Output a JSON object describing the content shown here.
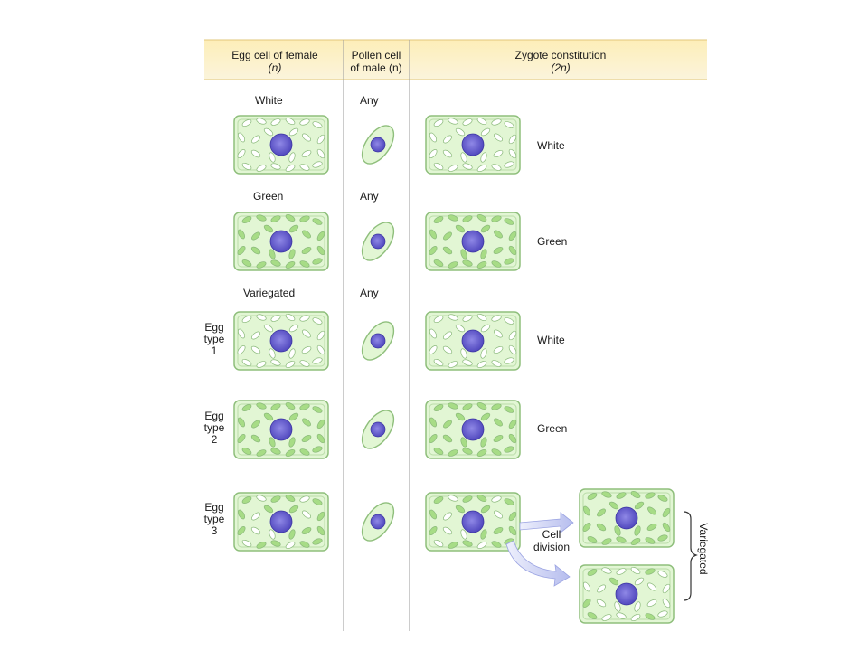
{
  "headers": {
    "egg_line1": "Egg cell of female",
    "egg_line2": "(n)",
    "pollen_line1": "Pollen cell",
    "pollen_line2": "of male (n)",
    "zygote_line1": "Zygote constitution",
    "zygote_line2": "(2n)"
  },
  "rows": [
    {
      "egg_label": "White",
      "pollen_label": "Any",
      "egg_plastids": "white",
      "zygote_plastids": "white",
      "zygote_label": "White"
    },
    {
      "egg_label": "Green",
      "pollen_label": "Any",
      "egg_plastids": "green",
      "zygote_plastids": "green",
      "zygote_label": "Green"
    },
    {
      "egg_label": "Variegated",
      "pollen_label": "Any",
      "egg_type": [
        "Egg",
        "type",
        "1"
      ],
      "egg_plastids": "white",
      "zygote_plastids": "white",
      "zygote_label": "White"
    },
    {
      "egg_type": [
        "Egg",
        "type",
        "2"
      ],
      "egg_plastids": "green",
      "zygote_plastids": "green",
      "zygote_label": "Green"
    },
    {
      "egg_type": [
        "Egg",
        "type",
        "3"
      ],
      "egg_plastids": "mixed",
      "zygote_plastids": "mixed"
    }
  ],
  "cell_division": {
    "line1": "Cell",
    "line2": "division"
  },
  "daughters": [
    {
      "plastids": "green"
    },
    {
      "plastids": "white-mostly"
    }
  ],
  "bracket_label": "Variegated",
  "colors": {
    "header_band": "#fde9b3",
    "cell_fill": "#e2f6d4",
    "cell_stroke": "#8fbf7c",
    "green_plastid": "#a7dc86",
    "white_plastid": "#ffffff",
    "nucleus": "#5a51c8",
    "arrow": "#bcc3f0",
    "divider": "#9a9a9a"
  }
}
